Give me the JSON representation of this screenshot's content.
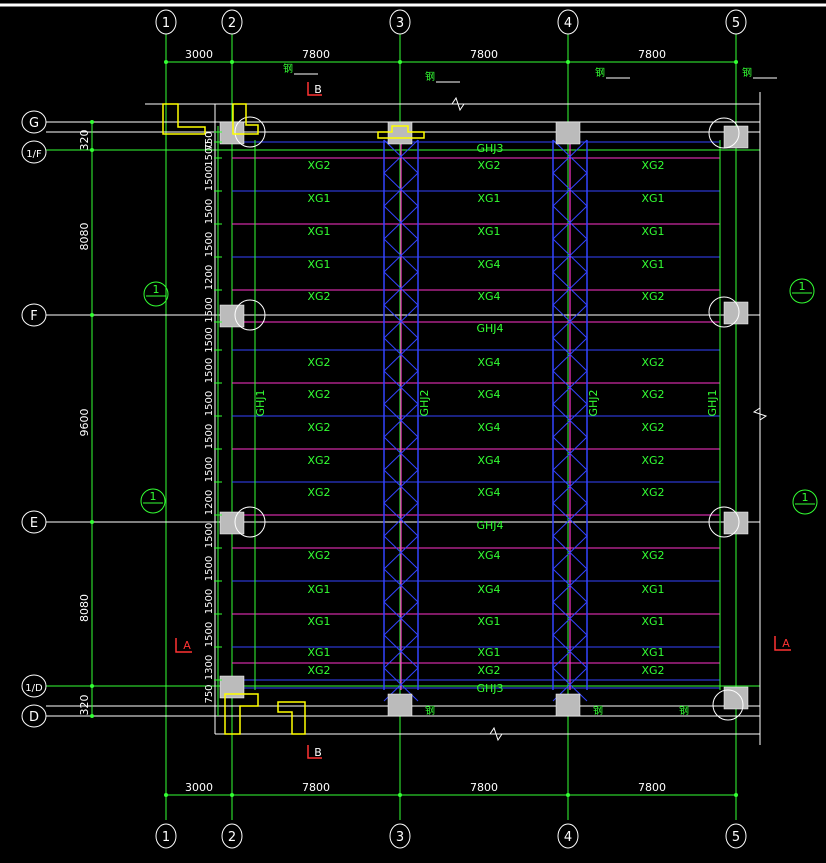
{
  "columns": [
    {
      "label": "1",
      "x_stroke": "#ffffff"
    },
    {
      "label": "2"
    },
    {
      "label": "3"
    },
    {
      "label": "4"
    },
    {
      "label": "5"
    }
  ],
  "rows": [
    {
      "label": "G"
    },
    {
      "label": "1/F"
    },
    {
      "label": "F"
    },
    {
      "label": "E"
    },
    {
      "label": "1/D"
    },
    {
      "label": "D"
    }
  ],
  "column_spacings": [
    "3000",
    "7800",
    "7800",
    "7800"
  ],
  "row_spacings_left": [
    "320",
    "8080",
    "9600",
    "8080",
    "320"
  ],
  "purlin_spacings": [
    "750",
    "1500",
    "1500",
    "1500",
    "1500",
    "1200",
    "1500",
    "1500",
    "1500",
    "1500",
    "1500",
    "1500",
    "1200",
    "1500",
    "1500",
    "1500",
    "1500",
    "1300",
    "750"
  ],
  "truss_labels": {
    "top": "GHJ3",
    "bottom": "GHJ3",
    "mid1": "GHJ4",
    "mid2": "GHJ4",
    "left": "GHJ1",
    "right": "GHJ1",
    "inner_left": "GHJ2",
    "inner_right": "GHJ2"
  },
  "bay1_labels": [
    "XG2",
    "XG1",
    "XG1",
    "XG1",
    "XG2",
    "XG2",
    "XG2",
    "XG2",
    "XG2",
    "XG2",
    "XG2",
    "XG1",
    "XG1",
    "XG1",
    "XG2"
  ],
  "bay2_labels": [
    "XG2",
    "XG1",
    "XG1",
    "XG4",
    "XG4",
    "XG4",
    "XG4",
    "XG4",
    "XG4",
    "XG4",
    "XG4",
    "XG4",
    "XG1",
    "XG1",
    "XG2"
  ],
  "bay3_labels": [
    "XG2",
    "XG1",
    "XG1",
    "XG1",
    "XG2",
    "XG2",
    "XG2",
    "XG2",
    "XG2",
    "XG2",
    "XG2",
    "XG1",
    "XG1",
    "XG1",
    "XG2"
  ],
  "section_marks": {
    "b": "B",
    "a": "A"
  },
  "detail_mark": "1",
  "leader_text": "钢",
  "colors": {
    "background": "#000000",
    "axis": "#ffffff",
    "dimension": "#33ff33",
    "purlin_blue": "#3344ff",
    "purlin_magenta": "#ff33cc",
    "column": "#bbbbbb",
    "section": "#ff3333",
    "truss_cyan": "#00ffff"
  }
}
